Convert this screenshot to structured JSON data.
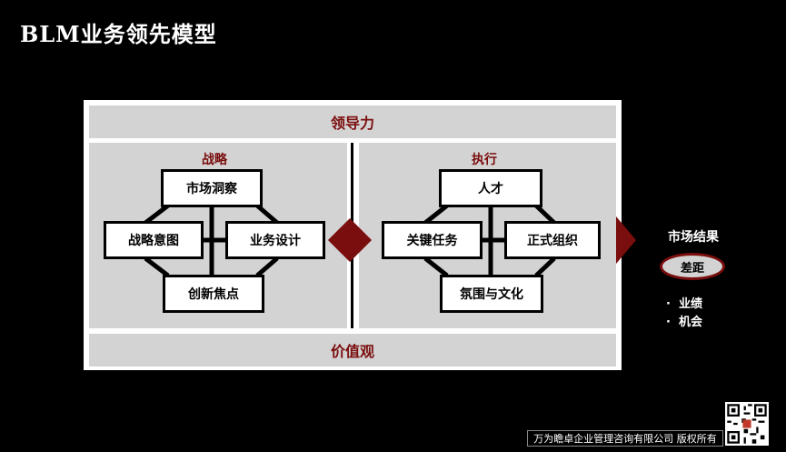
{
  "title": "BLM业务领先模型",
  "leadership": "领导力",
  "values": "价值观",
  "strategy": {
    "title": "战略",
    "top": "市场洞察",
    "left": "战略意图",
    "right": "业务设计",
    "bottom": "创新焦点"
  },
  "execution": {
    "title": "执行",
    "top": "人才",
    "left": "关键任务",
    "right": "正式组织",
    "bottom": "氛围与文化"
  },
  "results": {
    "title": "市场结果",
    "gap": "差距",
    "items": [
      "业绩",
      "机会"
    ],
    "bullet": "·"
  },
  "footer": "万为瞻卓企业管理咨询有限公司 版权所有",
  "colors": {
    "accent": "#7a0d0d",
    "panel": "#d3d3d3",
    "background": "#000000"
  }
}
